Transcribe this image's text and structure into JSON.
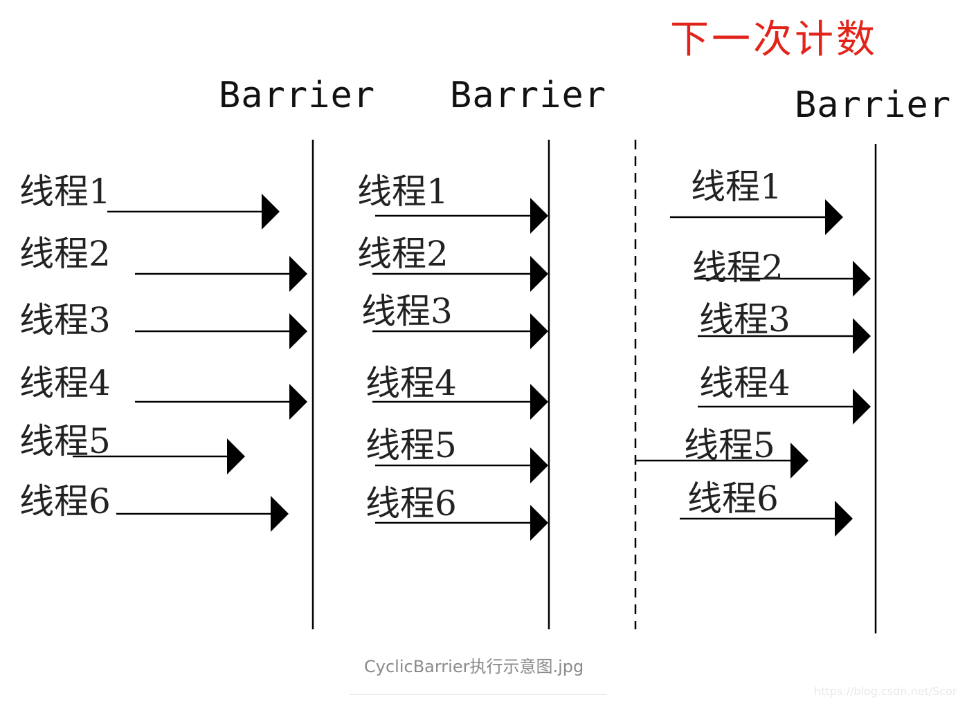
{
  "header": {
    "red_title": "下一次计数"
  },
  "barriers": [
    {
      "label": "Barrier"
    },
    {
      "label": "Barrier"
    },
    {
      "label": "Barrier"
    }
  ],
  "groups": [
    {
      "threads": [
        "线程1",
        "线程2",
        "线程3",
        "线程4",
        "线程5",
        "线程6"
      ]
    },
    {
      "threads": [
        "线程1",
        "线程2",
        "线程3",
        "线程4",
        "线程5",
        "线程6"
      ]
    },
    {
      "threads": [
        "线程1",
        "线程2",
        "线程3",
        "线程4",
        "线程5",
        "线程6"
      ]
    }
  ],
  "caption": "CyclicBarrier执行示意图.jpg",
  "watermark": "https://blog.csdn.net/ScorpC",
  "colors": {
    "title": "#e2231a",
    "lines": "#000000",
    "caption": "#8a8a8a"
  }
}
